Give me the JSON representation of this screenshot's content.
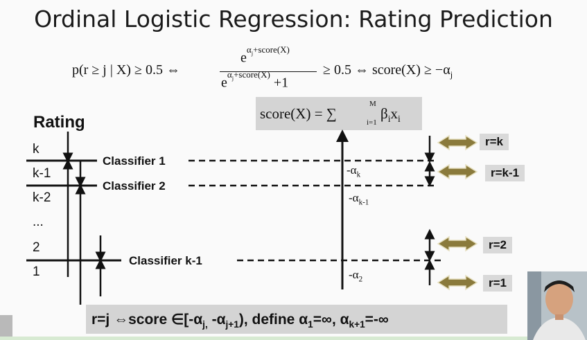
{
  "slide": {
    "title": "Ordinal Logistic Regression: Rating Prediction",
    "formula_top": {
      "lhs": "p(r ≥ j | X) ≥ 0.5 ⇔",
      "num": "e",
      "num_exp": "α_j+score(X)",
      "den": "e",
      "den_exp": "α_j+score(X)",
      "den_tail": "+1",
      "rhs": "≥ 0.5 ⇔ score(X) ≥ −α_j"
    },
    "score_formula": "score(X) = ∑",
    "score_sum_top": "M",
    "score_sum_bottom": "i=1",
    "score_tail": "β",
    "score_tail_sub1": "i",
    "score_tail_x": "x",
    "score_tail_sub2": "i",
    "rating_heading": "Rating",
    "ratings": [
      "k",
      "k-1",
      "k-2",
      "...",
      "2",
      "1"
    ],
    "classifiers": [
      "Classifier 1",
      "Classifier 2",
      "Classifier k-1"
    ],
    "alphas": [
      "-α",
      "-α",
      "-α"
    ],
    "alpha_subs": [
      "k",
      "k-1",
      "2"
    ],
    "r_labels": [
      "r=k",
      "r=k-1",
      "r=2",
      "r=1"
    ],
    "bottom_rule": "r=j ⇔score ∈[-α",
    "bottom_sub1": "j,",
    "bottom_mid": " -α",
    "bottom_sub2": "j+1",
    "bottom_tail": "),  define α",
    "bottom_sub3": "1",
    "bottom_tail2": "=∞, α",
    "bottom_sub4": "k+1",
    "bottom_tail3": "=-∞"
  },
  "colors": {
    "arrow_fill": "#8a7a3c",
    "label_bg": "#d9d9d9",
    "webcam_bg": "#9aa9b5"
  },
  "icons": [
    "double-arrow-icon",
    "person-video-icon"
  ]
}
